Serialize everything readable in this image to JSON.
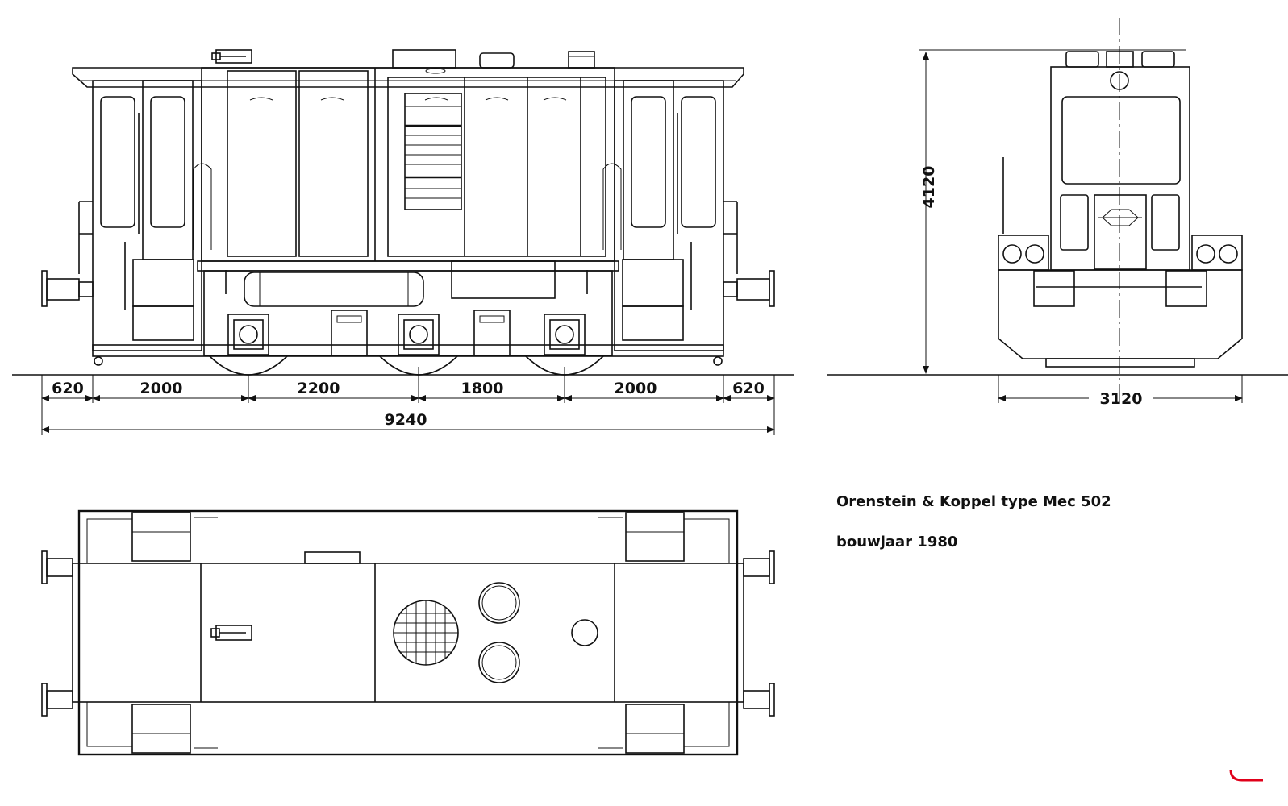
{
  "side_view": {
    "dimensions": {
      "segment_1": "620",
      "segment_2": "2000",
      "segment_3": "2200",
      "segment_4": "1800",
      "segment_5": "2000",
      "segment_6": "620",
      "overall_length": "9240"
    }
  },
  "end_view": {
    "height": "4120",
    "width": "3120"
  },
  "caption": {
    "line1": "Orenstein & Koppel  type Mec 502",
    "line2": "bouwjaar 1980"
  },
  "colors": {
    "ink": "#111111",
    "paper": "#ffffff",
    "corner_mark": "#e0001a"
  }
}
